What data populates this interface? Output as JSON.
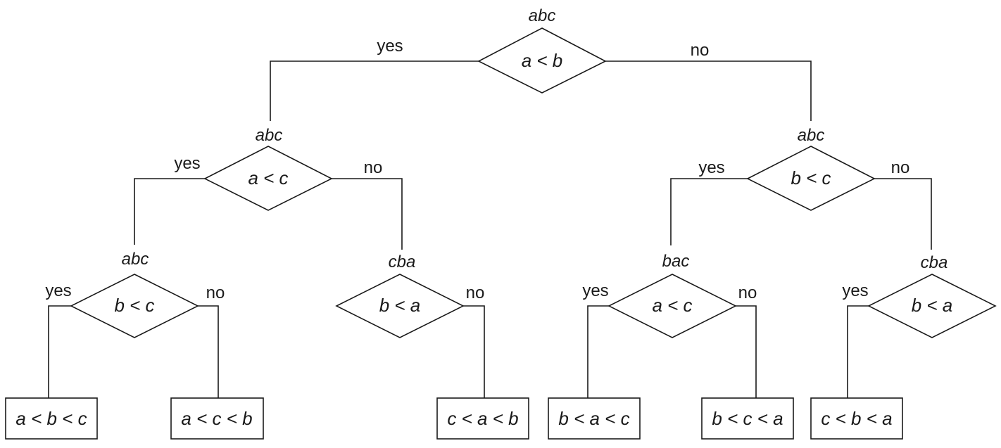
{
  "root": {
    "state": "abc",
    "test": "a < b",
    "yes": "yes",
    "no": "no"
  },
  "left": {
    "state": "abc",
    "test": "a < c",
    "yes": "yes",
    "no": "no"
  },
  "right": {
    "state": "abc",
    "test": "b < c",
    "yes": "yes",
    "no": "no"
  },
  "ll": {
    "state": "abc",
    "test": "b < c",
    "yes": "yes",
    "no": "no"
  },
  "lr": {
    "state": "cba",
    "test": "b < a",
    "no": "no"
  },
  "rl": {
    "state": "bac",
    "test": "a < c",
    "yes": "yes",
    "no": "no"
  },
  "rr": {
    "state": "cba",
    "test": "b < a",
    "yes": "yes"
  },
  "leaves": [
    "a < b < c",
    "a < c < b",
    "c < a < b",
    "b < a < c",
    "b < c < a",
    "c < b < a"
  ]
}
